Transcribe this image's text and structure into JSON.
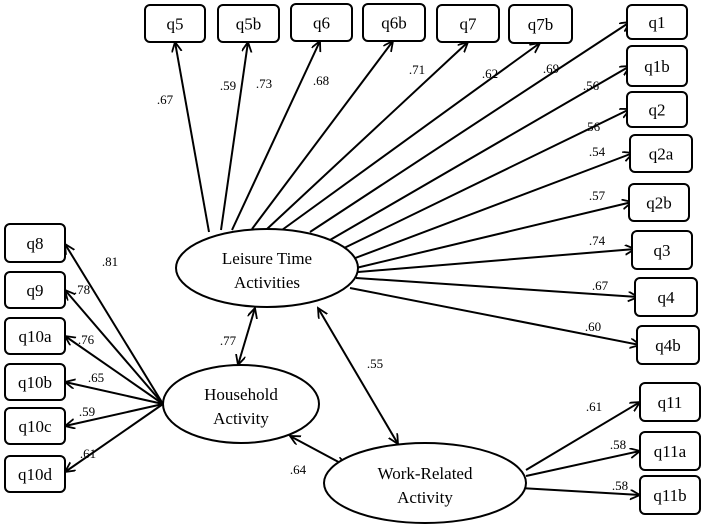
{
  "indicators": {
    "q5": "q5",
    "q5b": "q5b",
    "q6": "q6",
    "q6b": "q6b",
    "q7": "q7",
    "q7b": "q7b",
    "q1": "q1",
    "q1b": "q1b",
    "q2": "q2",
    "q2a": "q2a",
    "q2b": "q2b",
    "q3": "q3",
    "q4": "q4",
    "q4b": "q4b",
    "q8": "q8",
    "q9": "q9",
    "q10a": "q10a",
    "q10b": "q10b",
    "q10c": "q10c",
    "q10d": "q10d",
    "q11": "q11",
    "q11a": "q11a",
    "q11b": "q11b"
  },
  "latents": {
    "leisure": [
      "Leisure Time",
      "Activities"
    ],
    "household": [
      "Household",
      "Activity"
    ],
    "work": [
      "Work-Related",
      "Activity"
    ]
  },
  "loadings": {
    "q5": ".67",
    "q5b": ".59",
    "q6": ".73",
    "q6b": ".68",
    "q7": ".71",
    "q7b": ".62",
    "q1": ".69",
    "q1b": ".56",
    "q2": ".56",
    "q2a": ".54",
    "q2b": ".57",
    "q3": ".74",
    "q4": ".67",
    "q4b": ".60",
    "q8": ".81",
    "q9": ".78",
    "q10a": ".76",
    "q10b": ".65",
    "q10c": ".59",
    "q10d": ".61",
    "q11": ".61",
    "q11a": ".58",
    "q11b": ".58"
  },
  "correlations": {
    "leisure_household": ".77",
    "leisure_work": ".55",
    "household_work": ".64"
  }
}
